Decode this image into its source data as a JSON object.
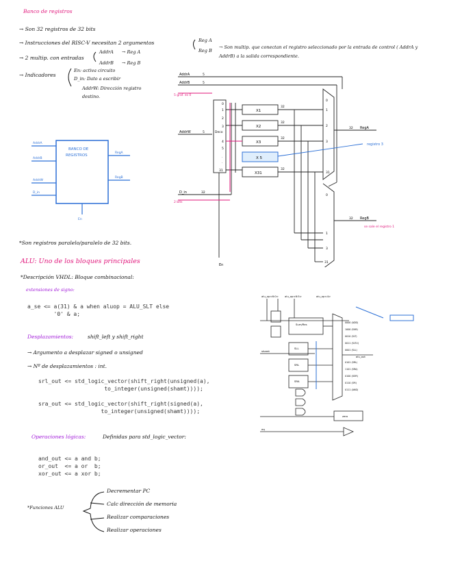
{
  "notes": {
    "title": "Banco de registros",
    "l1": "→ Son 32 registros de 32 bits",
    "l2": "→ Instrucciones del RISC-V necesitan 2 argumentos",
    "l2_regA": "Reg A",
    "l2_regB": "Reg B",
    "l2_side": "→ Son multip. que conectan el registro seleccionado por la entrada de control ( AddrA y AddrB) a la salida correspondiente.",
    "l3": "→ 2 multip. con entradas",
    "l3_addrA": "AddrA",
    "l3_addrA_to": "→ Reg A",
    "l3_addrB": "AddrB",
    "l3_addrB_to": "→ Reg B",
    "l4": "→ Indicadores",
    "l4_en": "En: activa circuito",
    "l4_din": "D_in: Dato a escribir",
    "l4_addrw": "AddrW: Dirección registro destino."
  },
  "regfile_block": {
    "title_line1": "BANCO DE",
    "title_line2": "REGISTROS",
    "in1": "AddrA",
    "in2": "AddrB",
    "in3": "AddrW",
    "in4": "D_in",
    "out1": "RegA",
    "out2": "RegB",
    "bottom": "En"
  },
  "regfile_diagram": {
    "addrA": "AddrA",
    "addrB": "AddrB",
    "addrW": "AddrW",
    "din": "D_in",
    "en": "En",
    "w5": "5",
    "w32": "32",
    "deco": "Deco",
    "deco_rows": [
      "0",
      "1",
      "2",
      "3",
      "4",
      "5",
      ".",
      ".",
      "31"
    ],
    "regs": [
      "X1",
      "X2",
      "X3",
      "X 5",
      "X31"
    ],
    "mux_rows": [
      "0",
      "1",
      "2",
      "3",
      ".",
      ".",
      ".",
      "31"
    ],
    "regA": "RegA",
    "regB": "RegB",
    "note_top": "5 graf. es 0",
    "note_reg": "registro 3",
    "note_din": "2 bits",
    "note_regB": "se sale el registro 1"
  },
  "section2": {
    "regs_note": "*Son registros paralelo/paralelo de 32 bits.",
    "alu_title": "ALU: Uno de los bloques principales",
    "vhdl_desc": "*Descripción VHDL: Bloque combinacional:",
    "sign_ext": "extensiones de signo:",
    "code1": "a_se <= a(31) & a when aluop = ALU_SLT else\n        '0' & a;",
    "shifts_title": "Desplazamientos:",
    "shifts_list": "shift_left y shift_right",
    "shift_arg1": "→ Argumento a desplazar signed o unsigned",
    "shift_arg2": "→ Nº de desplazamientos : int.",
    "code2": "srl_out <= std_logic_vector(shift_right(unsigned(a),\n                    to_integer(unsigned(shamt))));",
    "code3": "sra_out <= std_logic_vector(shift_right(signed(a),\n                   to_integer(unsigned(shamt))));",
    "logic_title": "Operaciones lógicas:",
    "logic_desc": "Definidas para std_logic_vector:",
    "code4": "and_out <= a and b;\nor_out  <= a or  b;\nxor_out <= a xor b;",
    "funcs_label": "*Funciones ALU",
    "funcs": [
      "Decrementar PC",
      "Calc dirección de memoria",
      "Realizar comparaciones",
      "Realizar operaciones"
    ]
  },
  "alu_diagram": {
    "top_labels": [
      "alu_op<6:0>",
      "alu_op<6:5>",
      "alu_op<4>"
    ],
    "sumres": "Sum/Res",
    "sll": "SLL",
    "srl": "SRL",
    "sra": "SRA",
    "shamt": "shamt",
    "alu_out": "alu_out",
    "zero": "zero",
    "eq": "eq",
    "codes": [
      "0000 (ADD)",
      "1000 (SUB)",
      "0010 (SLT)",
      "0011 (SLTU)",
      "0001 (SLL)",
      "0101 (SRL)",
      "1101 (SRA)",
      "0100 (XOR)",
      "0110 (OR)",
      "0111 (AND)"
    ]
  },
  "colors": {
    "pink": "#e0147a",
    "purple": "#a018d8",
    "blue": "#2b6fd6",
    "ink": "#111111"
  }
}
